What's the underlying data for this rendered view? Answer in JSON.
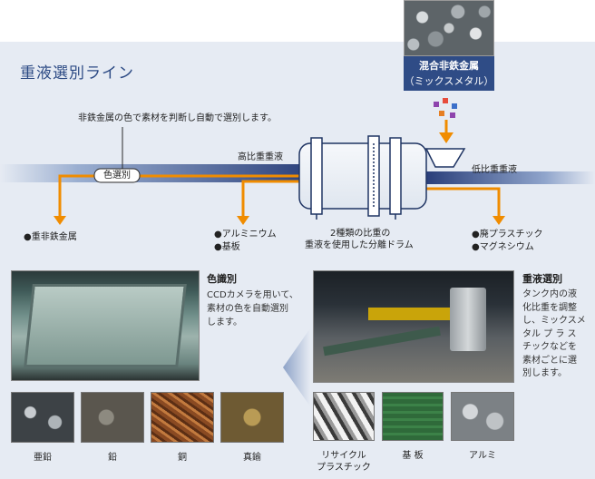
{
  "title": "重液選別ライン",
  "mix": {
    "line1": "混合非鉄金属",
    "line2": "（ミックスメタル）"
  },
  "flow": {
    "instruction": "非鉄金属の色で素材を判断し自動で選別します。",
    "color_sort_tag": "色選別",
    "high_sg": "高比重重液",
    "low_sg": "低比重重液",
    "drum_caption_1": "2種類の比重の",
    "drum_caption_2": "重液を使用した分離ドラム"
  },
  "outputs": {
    "heavy": "●重非鉄金属",
    "aluminum": "●アルミニウム",
    "board": "●基板",
    "plastic": "●廃プラスチック",
    "magnesium": "●マグネシウム"
  },
  "color_sorting": {
    "heading": "色識別",
    "text": [
      "CCDカメラを用いて、",
      "素材の色を自動選別",
      "します。"
    ]
  },
  "heavy_sorting": {
    "heading": "重液選別",
    "text": [
      "タンク内の液",
      "化比重を調整",
      "し、ミックスメ",
      "タル プ ラ ス",
      "チックなどを",
      "素材ごとに選",
      "別します。"
    ]
  },
  "left_thumbs": [
    "亜鉛",
    "鉛",
    "銅",
    "真鍮"
  ],
  "right_thumbs": {
    "recycled_1": "リサイクル",
    "recycled_2": "プラスチック",
    "board": "基 板",
    "alu": "アルミ"
  },
  "colors": {
    "panel": "#e6ebf3",
    "accent_blue": "#2f4c86",
    "orange": "#f08c00",
    "title_blue": "#2c4a84"
  }
}
